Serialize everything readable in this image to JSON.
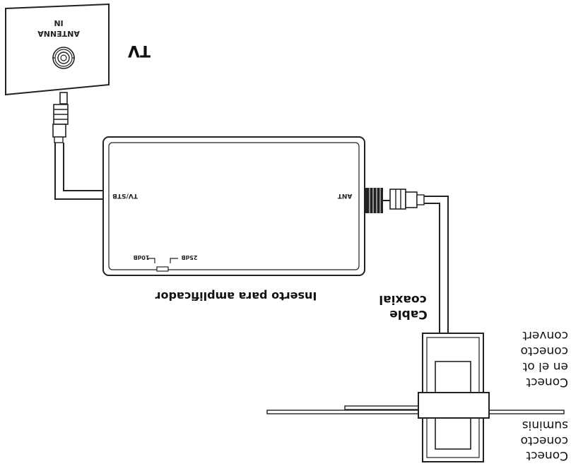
{
  "tv": {
    "label": "TV",
    "port_label_line1": "ANTENNA",
    "port_label_line2": "IN"
  },
  "amplifier": {
    "label": "Inserto para amplificador",
    "port_left": "TV/STB",
    "port_right": "ANT",
    "gain_25": "25dB",
    "gain_10": "10dB"
  },
  "cable": {
    "label_line1": "Cable",
    "label_line2": "coaxial"
  },
  "instructions": {
    "group1": [
      "Conect",
      "conecto",
      "suminis"
    ],
    "group2": [
      "Conect",
      "en el ot",
      "conecto",
      "convert"
    ]
  }
}
